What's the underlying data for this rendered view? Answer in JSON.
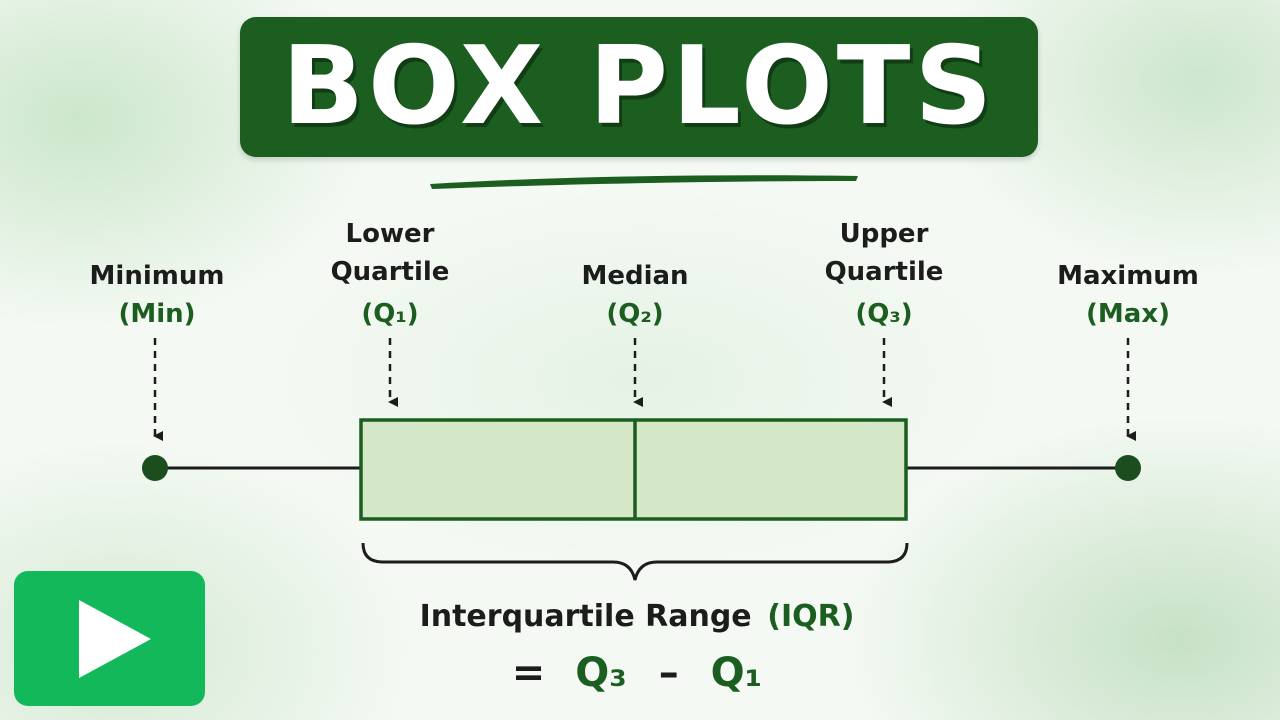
{
  "title": "BOX PLOTS",
  "labels": {
    "minimum": {
      "line1": "Minimum",
      "line2": "",
      "abbr": "(Min)"
    },
    "lower_quartile": {
      "line1": "Lower",
      "line2": "Quartile",
      "abbr": "(Q₁)"
    },
    "median": {
      "line1": "Median",
      "line2": "",
      "abbr": "(Q₂)"
    },
    "upper_quartile": {
      "line1": "Upper",
      "line2": "Quartile",
      "abbr": "(Q₃)"
    },
    "maximum": {
      "line1": "Maximum",
      "line2": "",
      "abbr": "(Max)"
    }
  },
  "iqr": {
    "label": "Interquartile Range",
    "abbr": "(IQR)",
    "formula": {
      "equals": "=",
      "q3": "Q₃",
      "minus": "–",
      "q1": "Q₁"
    }
  },
  "colors": {
    "banner": "#1b5e20",
    "accent_green": "#1b5e20",
    "box_fill": "#d4e8c8",
    "box_stroke": "#1b5e20",
    "play_button": "#12b85a"
  },
  "icons": {
    "play": "play-icon"
  }
}
